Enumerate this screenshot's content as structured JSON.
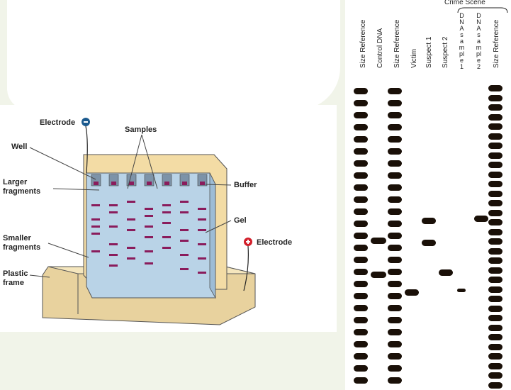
{
  "diagram": {
    "labels": {
      "electrode_top": "Electrode",
      "samples": "Samples",
      "well": "Well",
      "larger_line1": "Larger",
      "larger_line2": "fragments",
      "buffer": "Buffer",
      "gel": "Gel",
      "smaller_line1": "Smaller",
      "smaller_line2": "fragments",
      "electrode_bottom": "Electrode",
      "plastic_line1": "Plastic",
      "plastic_line2": "frame"
    },
    "colors": {
      "buffer": "#f3dca5",
      "gel": "#b9d3e7",
      "band": "#8a1c5c",
      "minus_electrode": "#1b5a8e",
      "plus_electrode": "#d21f2a"
    }
  },
  "gel": {
    "crime_scene_label": "Crime Scene",
    "lanes": [
      {
        "name": "Size Reference"
      },
      {
        "name": "Control DNA"
      },
      {
        "name": "Size Reference"
      },
      {
        "name": "Victim"
      },
      {
        "name": "Suspect 1"
      },
      {
        "name": "Suspect 2"
      },
      {
        "name": "DNA sample 1"
      },
      {
        "name": "DNA sample 2"
      },
      {
        "name": "Size Reference"
      }
    ]
  }
}
